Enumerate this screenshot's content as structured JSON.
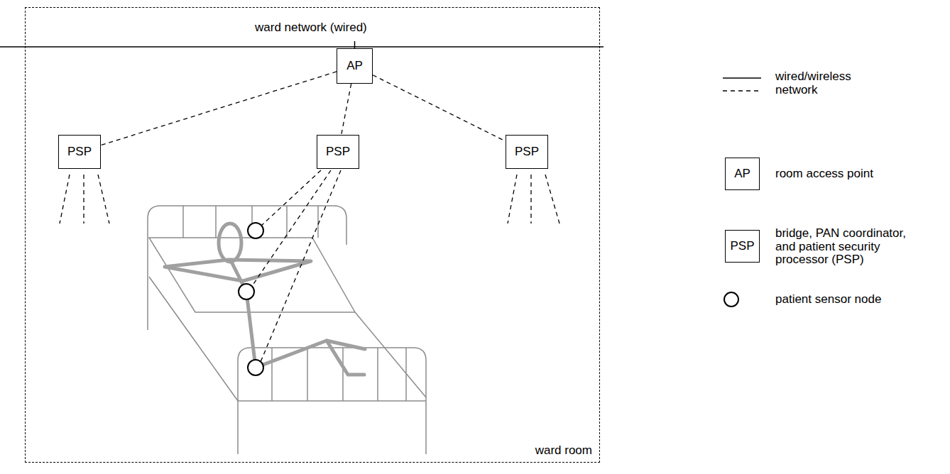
{
  "diagram": {
    "nodes": [
      {
        "text": [
          "ward room"
        ]
      },
      {
        "text": [
          "AP"
        ],
        "in": 0
      },
      {
        "text": [
          "PSP"
        ],
        "in": 0
      },
      {
        "text": [
          "PSP"
        ],
        "in": 0
      },
      {
        "text": [
          "PSP"
        ],
        "in": 0
      }
    ],
    "edges": [
      {
        "from": 1,
        "to": 2,
        "arrow": "none"
      },
      {
        "from": 1,
        "to": 3,
        "arrow": "none"
      },
      {
        "from": 1,
        "to": 4,
        "arrow": "none"
      }
    ],
    "labels": [
      "ward network (wired)",
      "AP",
      "PSP"
    ],
    "legend": [
      {
        "text": "wired/wireless network"
      },
      {
        "text": "room access point"
      },
      {
        "text": "bridge, PAN coordinator, and patient security processor (PSP)"
      },
      {
        "text": "patient sensor node"
      }
    ]
  }
}
